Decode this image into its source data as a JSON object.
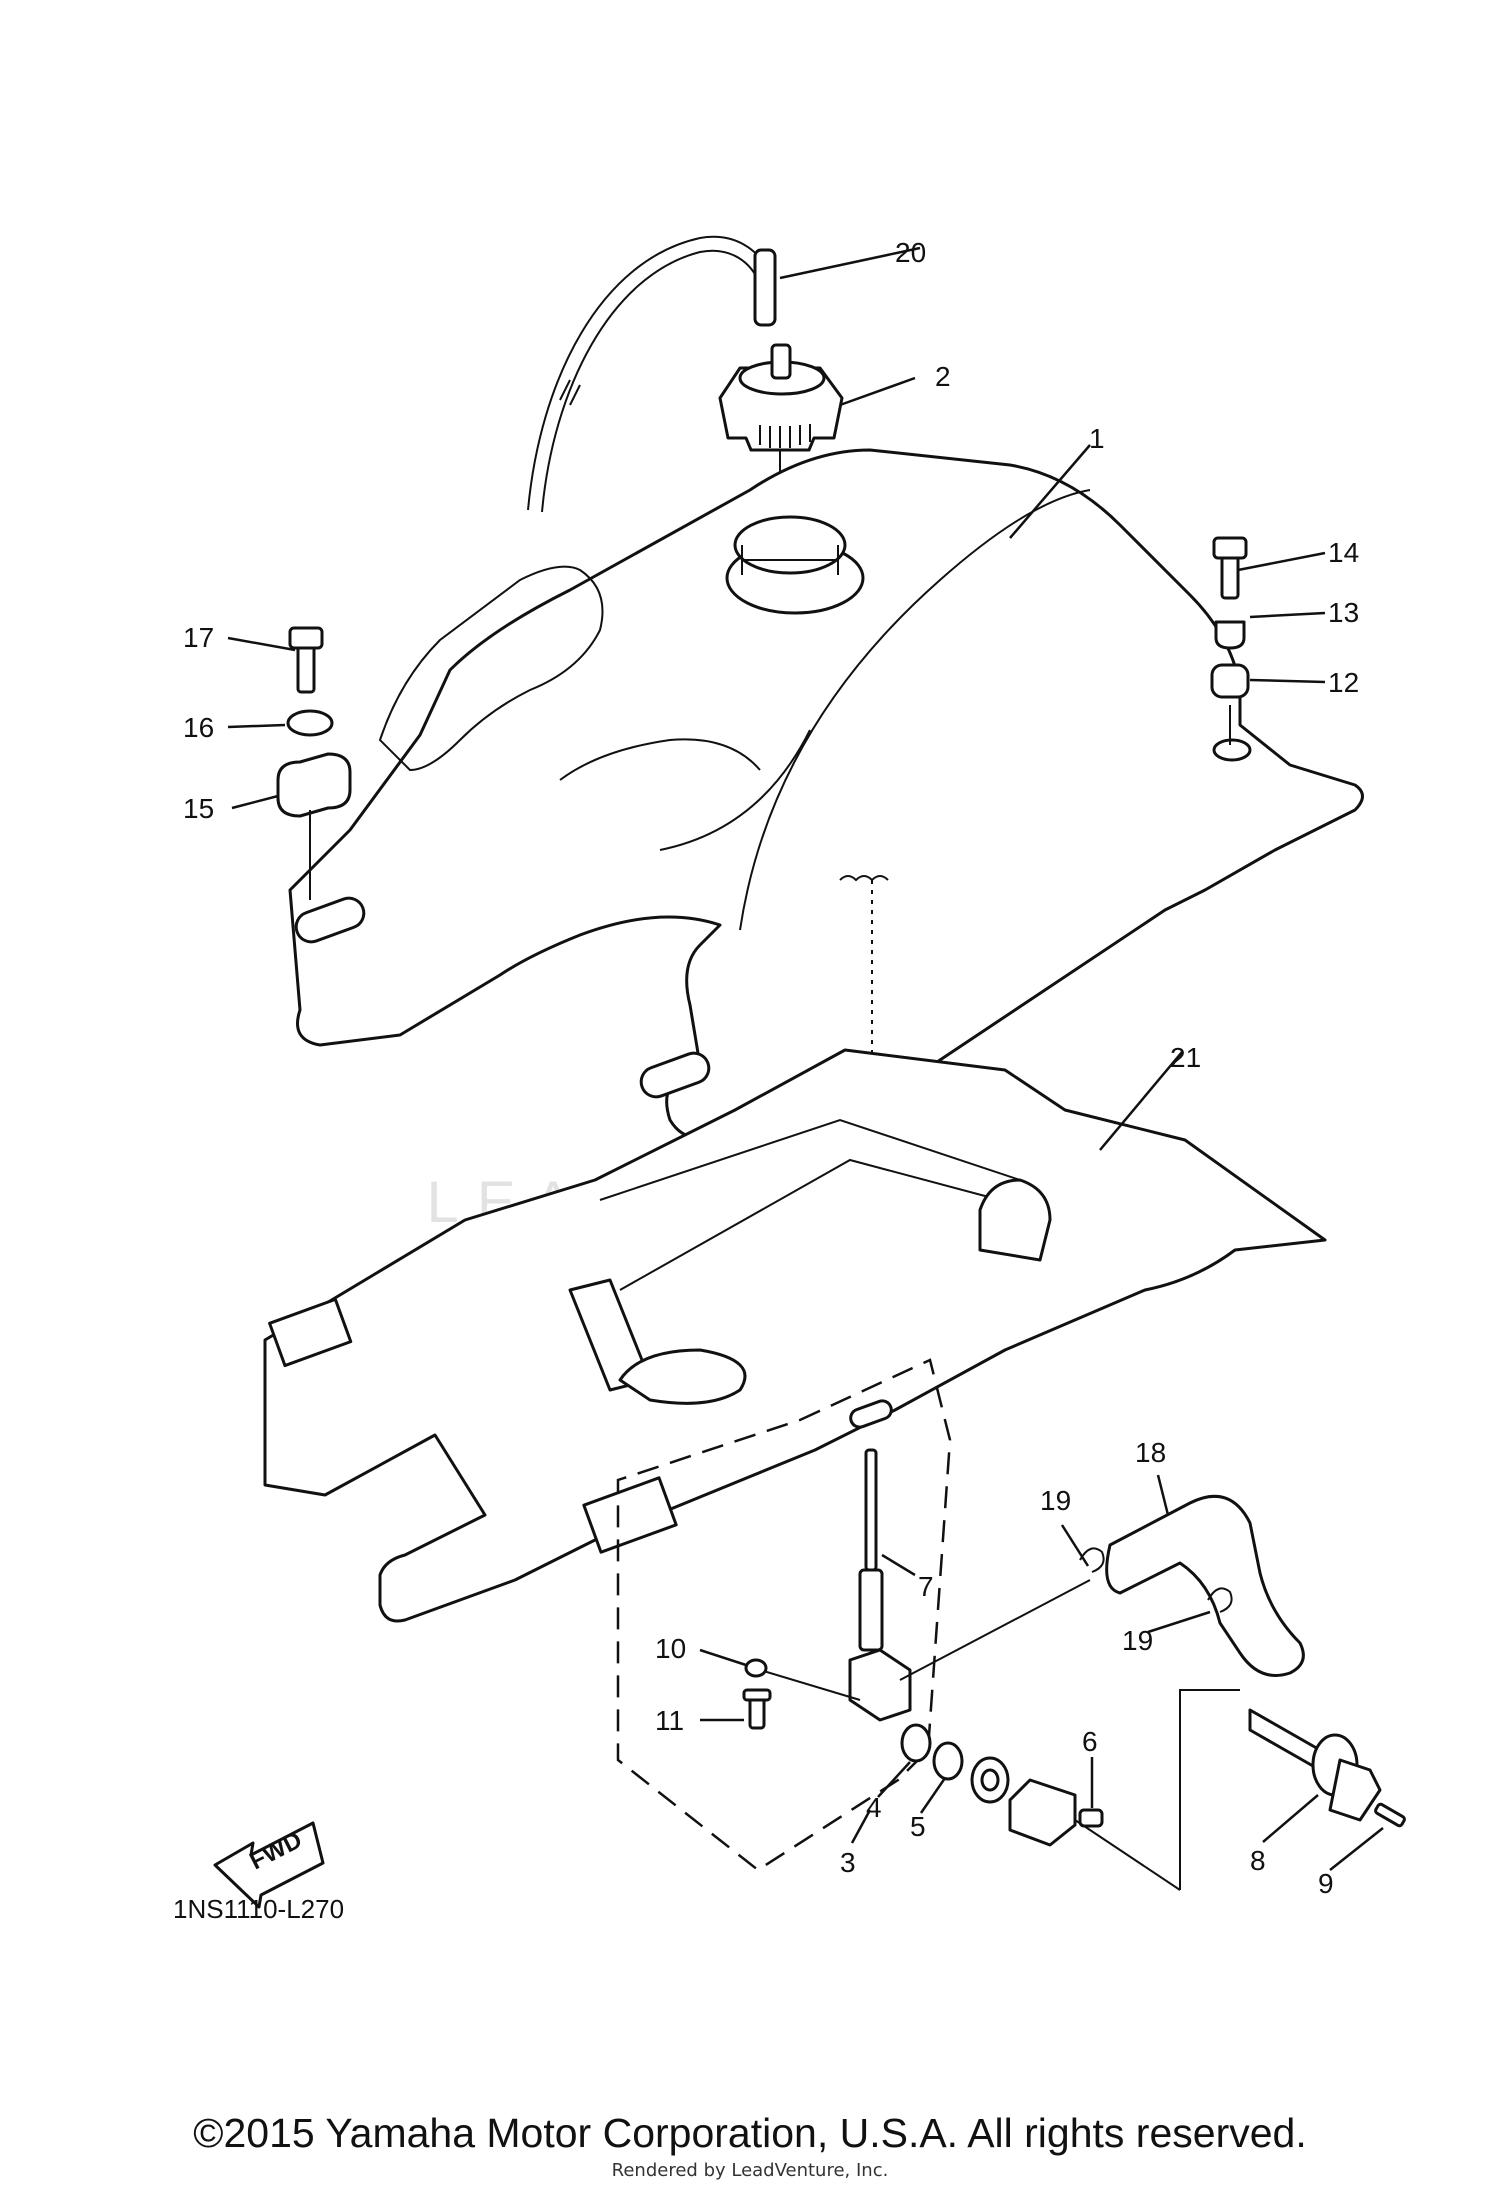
{
  "diagram": {
    "watermark": "LEADVENTURE",
    "drawing_code": "1NS1110-L270",
    "fwd_label": "FWD",
    "callouts": [
      "1",
      "2",
      "3",
      "4",
      "5",
      "6",
      "7",
      "8",
      "9",
      "10",
      "11",
      "12",
      "13",
      "14",
      "15",
      "16",
      "17",
      "18",
      "19",
      "19",
      "20",
      "21"
    ]
  },
  "footer": {
    "copyright": "©2015 Yamaha Motor Corporation, U.S.A. All rights reserved.",
    "rendered_by": "Rendered by LeadVenture, Inc."
  }
}
